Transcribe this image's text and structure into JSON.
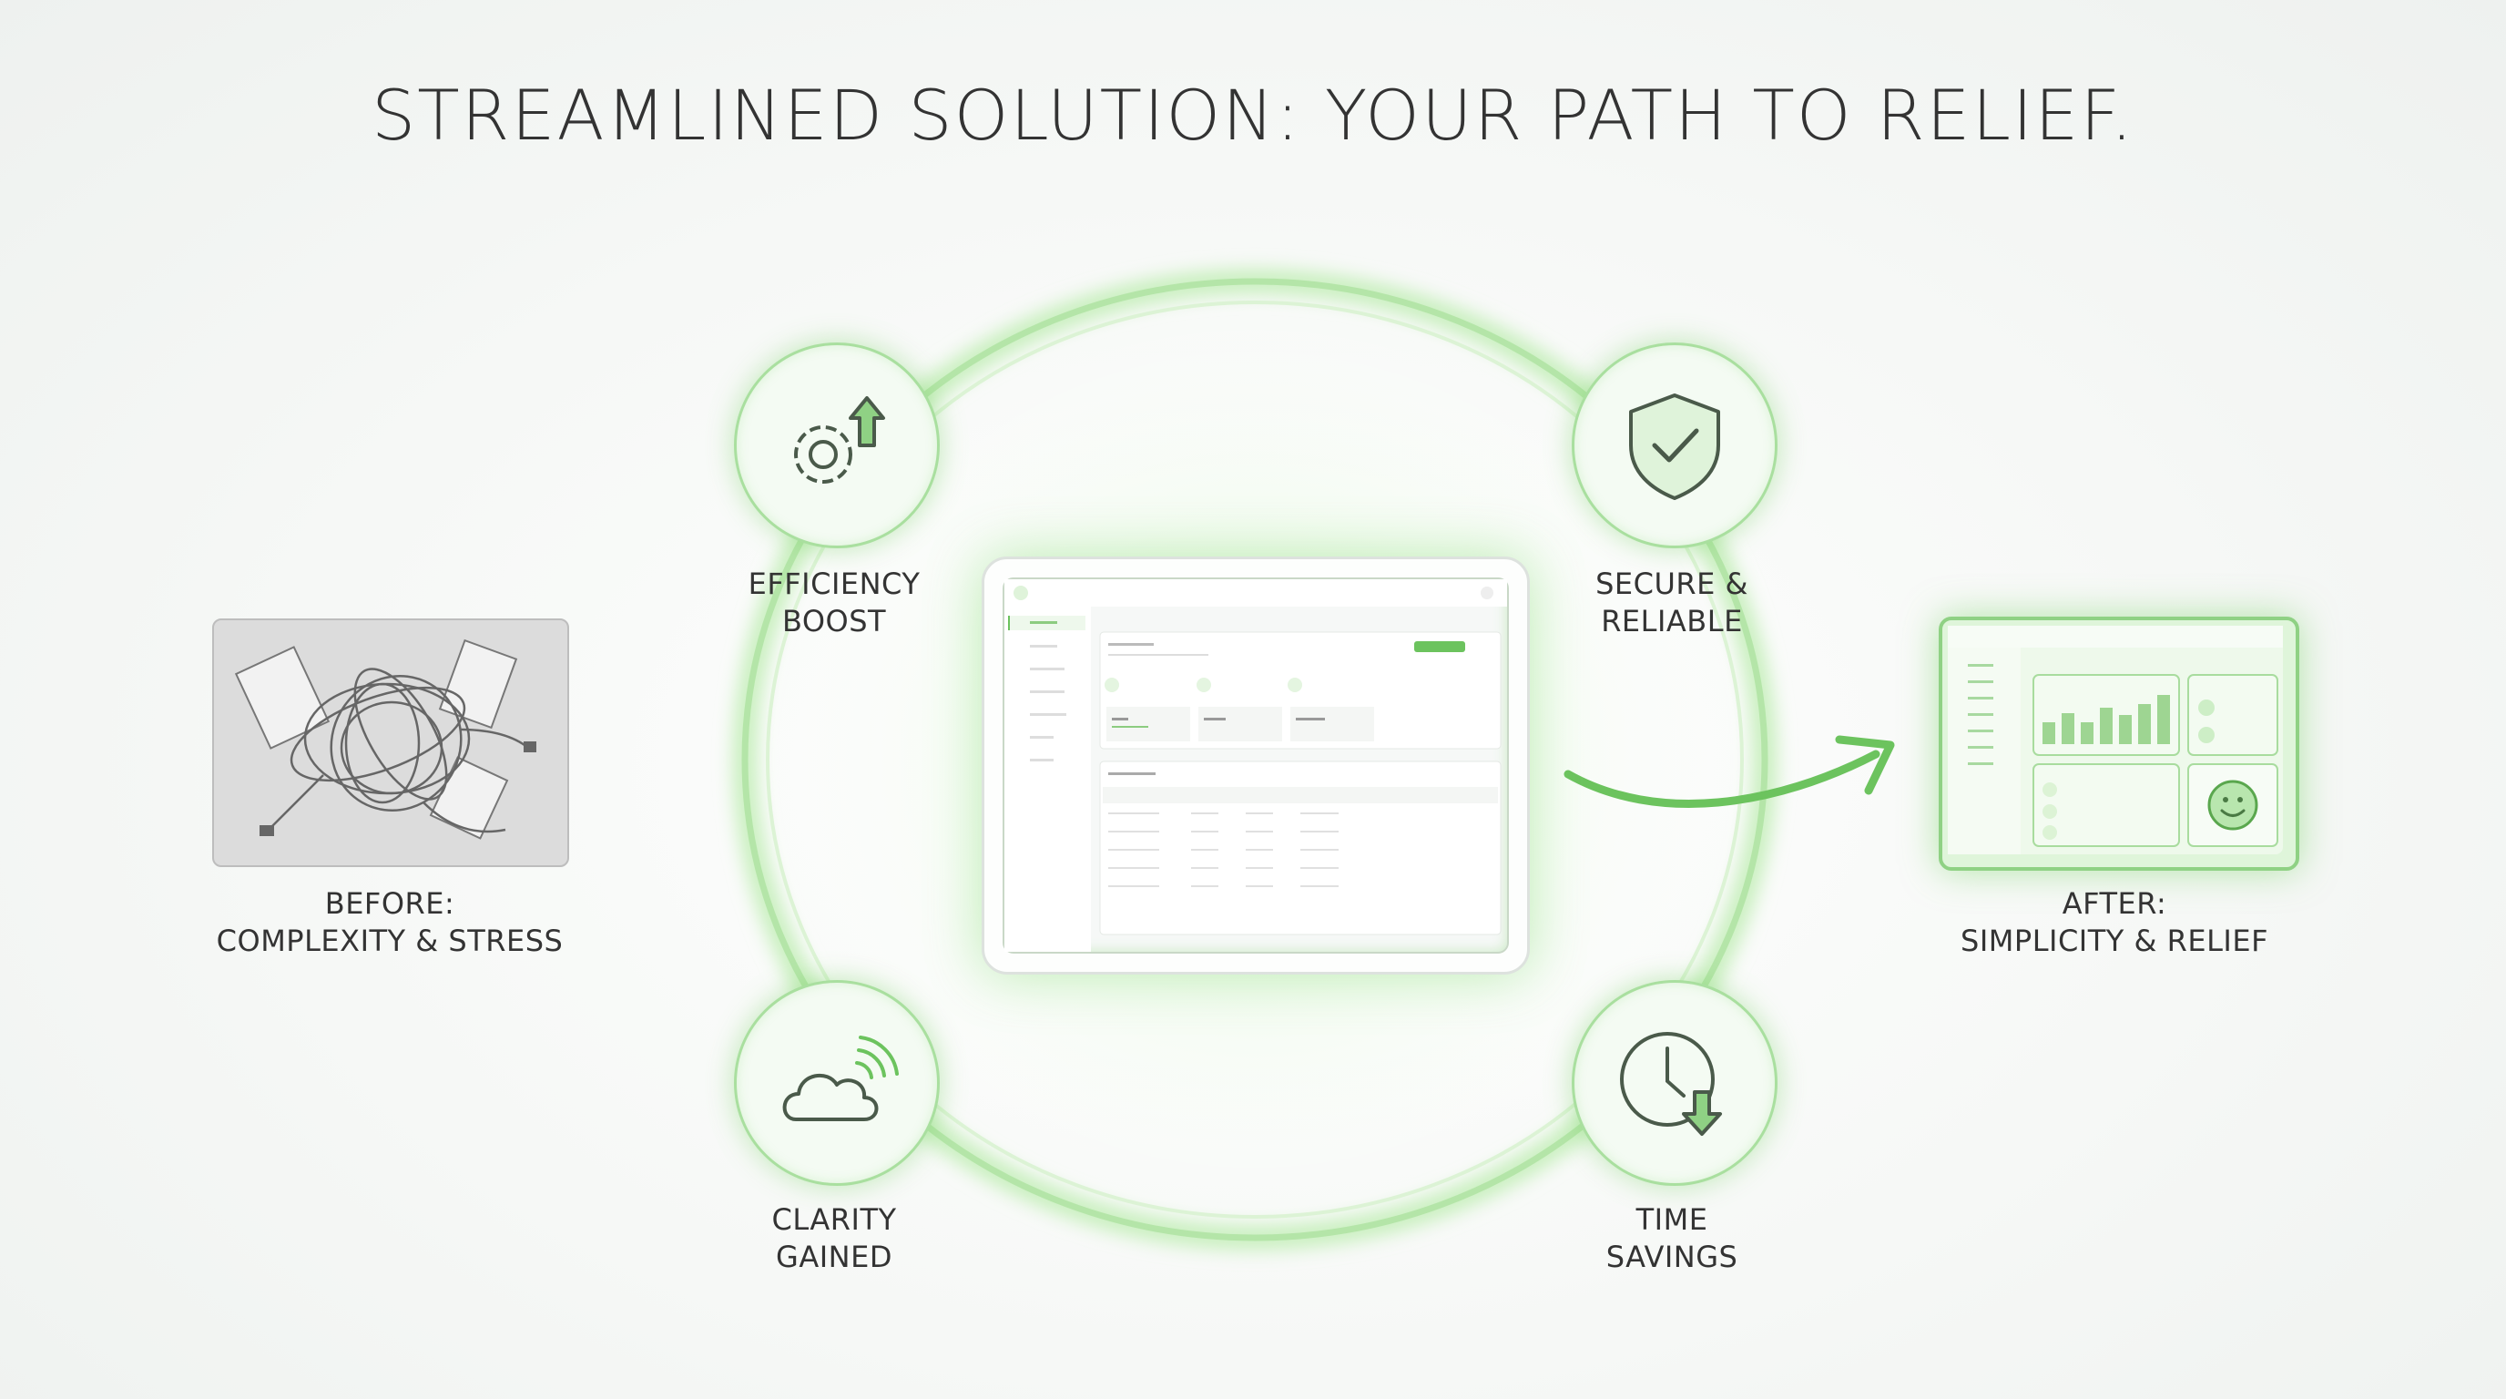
{
  "title": "STREAMLINED SOLUTION: YOUR PATH TO RELIEF.",
  "before": {
    "line1": "BEFORE:",
    "line2": "COMPLEXITY & STRESS",
    "icon": "tangled-cables-icon"
  },
  "after": {
    "line1": "AFTER:",
    "line2": "SIMPLICITY & RELIEF",
    "icon": "happy-dashboard-icon"
  },
  "benefits": [
    {
      "line1": "EFFICIENCY",
      "line2": "BOOST",
      "icon": "gear-arrow-up-icon"
    },
    {
      "line1": "SECURE &",
      "line2": "RELIABLE",
      "icon": "shield-check-icon"
    },
    {
      "line1": "CLARITY",
      "line2": "GAINED",
      "icon": "cloud-signal-icon"
    },
    {
      "line1": "TIME",
      "line2": "SAVINGS",
      "icon": "clock-download-icon"
    }
  ],
  "colors": {
    "accent": "#6cc35e",
    "ring": "#bfe9b5",
    "text": "#333333",
    "icon_stroke": "#4a5a4a"
  }
}
